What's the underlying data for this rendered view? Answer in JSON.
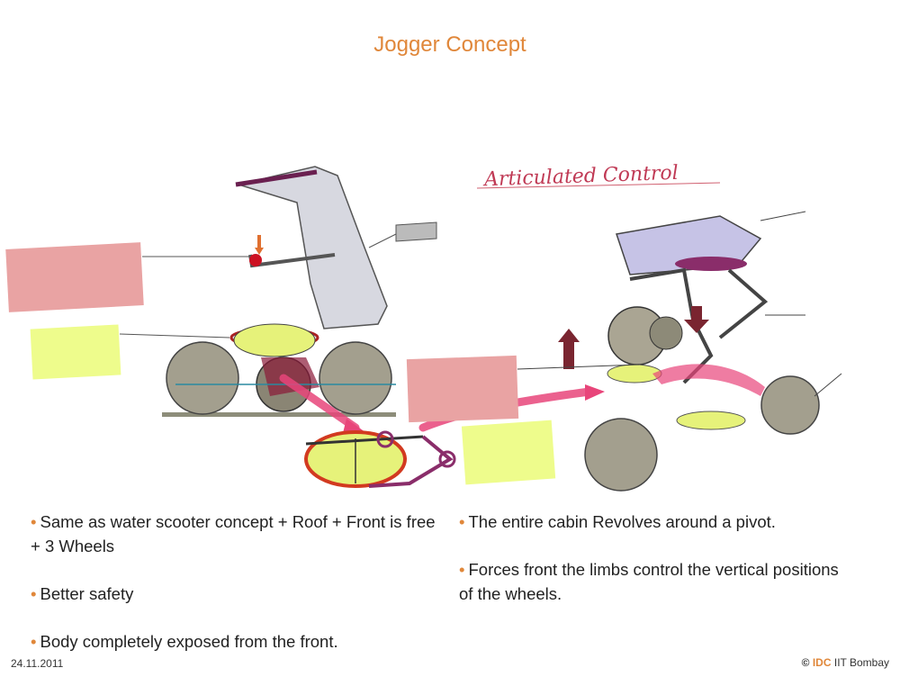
{
  "slide": {
    "title": "Jogger Concept",
    "date": "24.11.2011",
    "brand": {
      "copyright": "©",
      "idc": "IDC",
      "institute": "IIT Bombay"
    }
  },
  "sketch": {
    "heading": "Articulated Control"
  },
  "bullets_left": [
    "Same as water scooter concept + Roof + Front is free + 3 Wheels",
    "Better safety",
    "Body completely exposed from the front."
  ],
  "bullets_right": [
    "The entire cabin Revolves around a pivot.",
    "Forces front the limbs control the vertical positions of the wheels."
  ],
  "colors": {
    "accent": "#e0873a",
    "note_pink": "#e9a3a3",
    "note_yellow": "#eefc8c",
    "arrow_magenta": "#e8457a"
  }
}
